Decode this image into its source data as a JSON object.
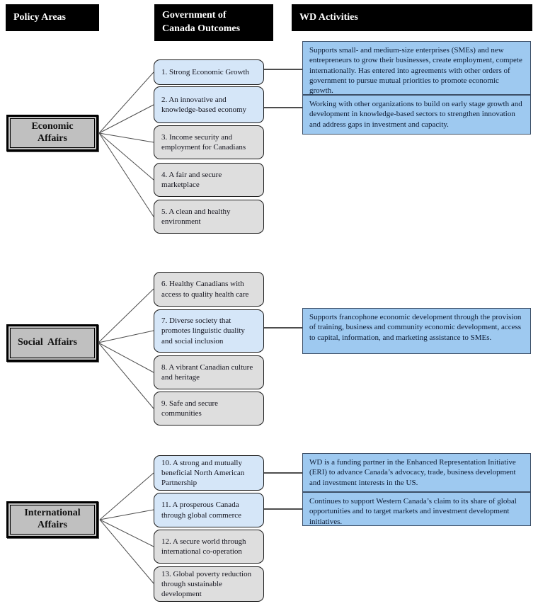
{
  "headers": {
    "policy_areas": "Policy Areas",
    "outcomes": "Government of\nCanada Outcomes",
    "activities": "WD Activities"
  },
  "policy_areas": [
    {
      "label": "Economic\nAffairs"
    },
    {
      "label": "Social  Affairs"
    },
    {
      "label": "International\nAffairs"
    }
  ],
  "outcomes": [
    {
      "label": "1. Strong Economic Growth",
      "highlighted": true
    },
    {
      "label": "2. An innovative and knowledge-based economy",
      "highlighted": true
    },
    {
      "label": "3. Income security and employment for Canadians",
      "highlighted": false
    },
    {
      "label": "4. A fair and secure marketplace",
      "highlighted": false
    },
    {
      "label": "5. A clean and healthy environment",
      "highlighted": false
    },
    {
      "label": "6. Healthy Canadians with access to quality health care",
      "highlighted": false
    },
    {
      "label": "7. Diverse society that promotes linguistic duality and social inclusion",
      "highlighted": true
    },
    {
      "label": "8. A vibrant Canadian culture and heritage",
      "highlighted": false
    },
    {
      "label": "9. Safe and secure communities",
      "highlighted": false
    },
    {
      "label": "10. A strong and mutually beneficial North American Partnership",
      "highlighted": true
    },
    {
      "label": "11. A prosperous Canada through global commerce",
      "highlighted": true
    },
    {
      "label": "12. A secure world through international co-operation",
      "highlighted": false
    },
    {
      "label": "13. Global poverty reduction through sustainable development",
      "highlighted": false
    }
  ],
  "activities": [
    {
      "text": "Supports small- and medium-size enterprises (SMEs) and new entrepreneurs to grow their businesses, create employment, compete internationally.  Has entered into agreements with other orders of government to pursue mutual priorities to promote economic growth."
    },
    {
      "text": "Working with other organizations to build on early stage growth and development in knowledge-based sectors to strengthen innovation and address gaps in investment and capacity."
    },
    {
      "text": "Supports francophone economic development through the provision of training, business and community economic development, access to capital, information, and marketing assistance to SMEs."
    },
    {
      "text": "WD is a funding partner in the Enhanced Representation Initiative (ERI) to advance Canada’s advocacy, trade, business development and investment interests in the US."
    },
    {
      "text": "Continues to support Western Canada’s claim to its share of global opportunities and to target markets and investment development initiatives."
    }
  ],
  "colors": {
    "header_bg": "#000000",
    "header_text": "#ffffff",
    "policy_fill": "#c0c0c0",
    "outcome_gray": "#dedede",
    "outcome_highlight": "#d5e6f8",
    "activity_fill": "#9ec9f0",
    "activity_border": "#3c4e66",
    "connector_line": "#4d4d4d"
  }
}
